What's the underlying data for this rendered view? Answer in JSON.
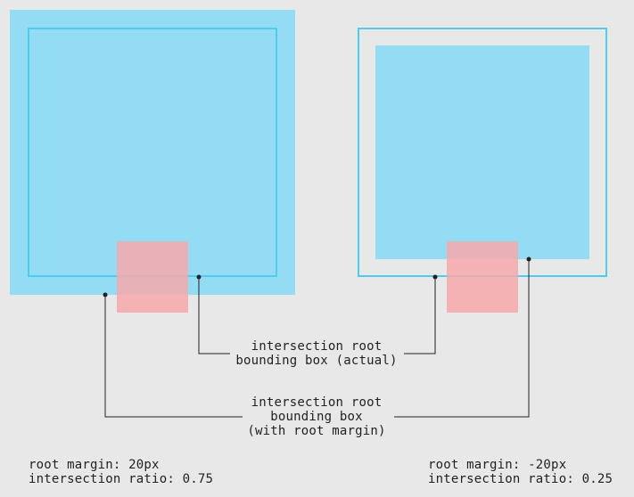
{
  "colors": {
    "background": "#e8e8e8",
    "root_box": "#93dcf3",
    "root_outline": "#4fcdf0",
    "target_box": "#f7a8ab",
    "leader_line": "#222222",
    "text": "#222222"
  },
  "labels": {
    "actual": [
      "intersection root",
      "bounding box (actual)"
    ],
    "with_margin": [
      "intersection root",
      "bounding box",
      "(with root margin)"
    ]
  },
  "left_example": {
    "root_margin": "root margin: 20px",
    "intersection_ratio": "intersection ratio: 0.75"
  },
  "right_example": {
    "root_margin": "root margin: -20px",
    "intersection_ratio": "intersection ratio: 0.25"
  }
}
